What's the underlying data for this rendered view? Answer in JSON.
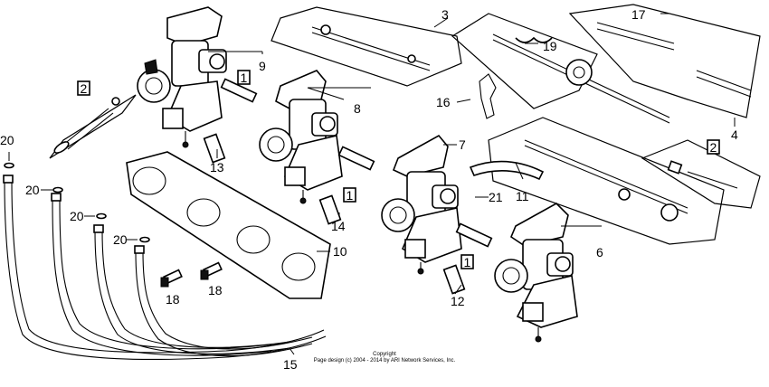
{
  "callouts": {
    "c1a": "1",
    "c1b": "1",
    "c1c": "1",
    "c2a": "2",
    "c2b": "2",
    "c3": "3",
    "c4": "4",
    "c6": "6",
    "c7": "7",
    "c8": "8",
    "c9": "9",
    "c10": "10",
    "c11": "11",
    "c12": "12",
    "c13": "13",
    "c14": "14",
    "c15": "15",
    "c16": "16",
    "c17": "17",
    "c18a": "18",
    "c18b": "18",
    "c19": "19",
    "c20a": "20",
    "c20b": "20",
    "c20c": "20",
    "c20d": "20",
    "c21": "21"
  },
  "copyright": {
    "line1": "Copyright",
    "line2": "Page design (c) 2004 - 2014 by ARI Network Services, Inc."
  }
}
